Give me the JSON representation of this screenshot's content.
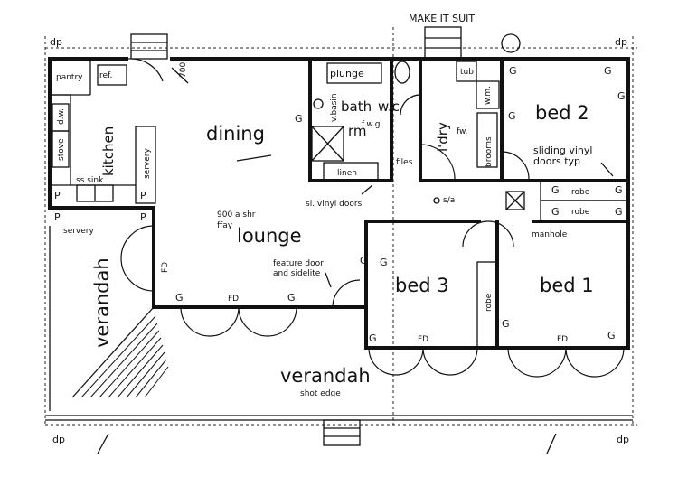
{
  "labels": {
    "dining": "dining",
    "kitchen": "kitchen",
    "pantry": "pantry",
    "ref": "ref.",
    "dw": "d.w.",
    "stove": "stove",
    "sink": "ss sink",
    "servery_v": "servery",
    "servery_h": "servery",
    "p": "P",
    "bath": "bath",
    "rm": "rm",
    "wc": "w.c",
    "plunge": "plunge",
    "vbasin": "v.basin",
    "fwg": "f.w.g",
    "linen": "linen",
    "files": "files",
    "ldry": "l'dry",
    "fw": "fw.",
    "brooms": "brooms",
    "tub": "tub",
    "wm": "w.m.",
    "bed2": "bed 2",
    "bed3": "bed 3",
    "bed1": "bed 1",
    "lounge": "lounge",
    "verandah_v": "verandah",
    "verandah_h": "verandah",
    "shot_edge": "shot edge",
    "robe": "robe",
    "manhole": "manhole",
    "sa": "s/a",
    "g": "G",
    "fd": "FD",
    "dp": "dp",
    "dim700": "700",
    "shr1": "900 a shr",
    "shr2": "ffay",
    "slvinyl": "sl. vinyl doors",
    "sliding1": "sliding vinyl",
    "sliding2": "doors typ",
    "feature1": "feature door",
    "feature2": "and sidelite",
    "topnote": "MAKE IT SUIT"
  }
}
